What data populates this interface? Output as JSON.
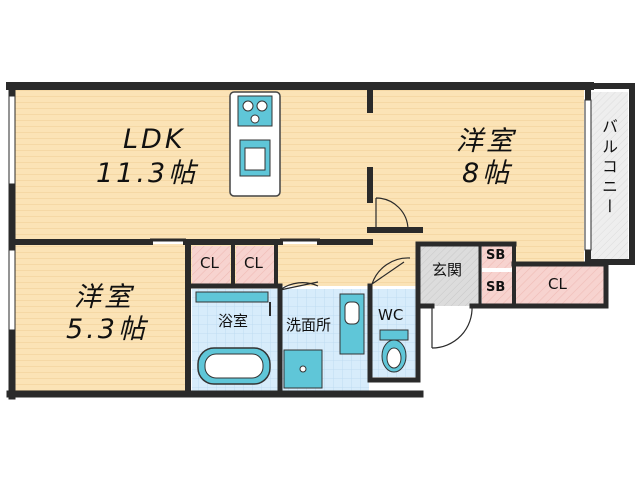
{
  "rooms": {
    "ldk": {
      "name": "LDK",
      "size": "11.3帖"
    },
    "western_1": {
      "name": "洋室",
      "size": "8帖"
    },
    "western_2": {
      "name": "洋室",
      "size": "5.3帖"
    },
    "closet_1": "CL",
    "closet_2": "CL",
    "closet_3": "CL",
    "bath": "浴室",
    "washroom": "洗面所",
    "toilet": "WC",
    "entrance": "玄関",
    "shoe_box_1": "SB",
    "shoe_box_2": "SB",
    "balcony": "バルコニー"
  },
  "colors": {
    "room_floor": "#fbe3b6",
    "wet_area": "#d7ecfb",
    "closet": "#f7d3cf",
    "entrance": "#dcdcdc",
    "balcony": "#eeeeee",
    "fixture": "#5fc6d8",
    "wall": "#2a2a2a"
  }
}
